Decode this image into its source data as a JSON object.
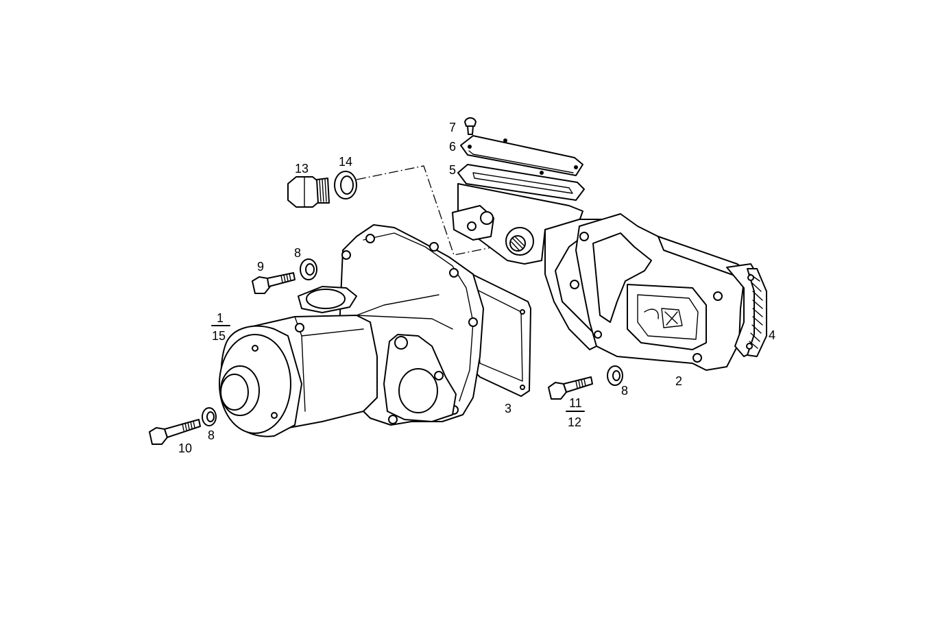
{
  "diagram": {
    "callouts": [
      {
        "id": "1",
        "text": "1"
      },
      {
        "id": "15",
        "text": "15"
      },
      {
        "id": "2",
        "text": "2"
      },
      {
        "id": "3",
        "text": "3"
      },
      {
        "id": "4",
        "text": "4"
      },
      {
        "id": "5",
        "text": "5"
      },
      {
        "id": "6",
        "text": "6"
      },
      {
        "id": "7",
        "text": "7"
      },
      {
        "id": "8a",
        "text": "8"
      },
      {
        "id": "8b",
        "text": "8"
      },
      {
        "id": "8c",
        "text": "8"
      },
      {
        "id": "9",
        "text": "9"
      },
      {
        "id": "10",
        "text": "10"
      },
      {
        "id": "11",
        "text": "11"
      },
      {
        "id": "12",
        "text": "12"
      },
      {
        "id": "13",
        "text": "13"
      },
      {
        "id": "14",
        "text": "14"
      }
    ]
  }
}
